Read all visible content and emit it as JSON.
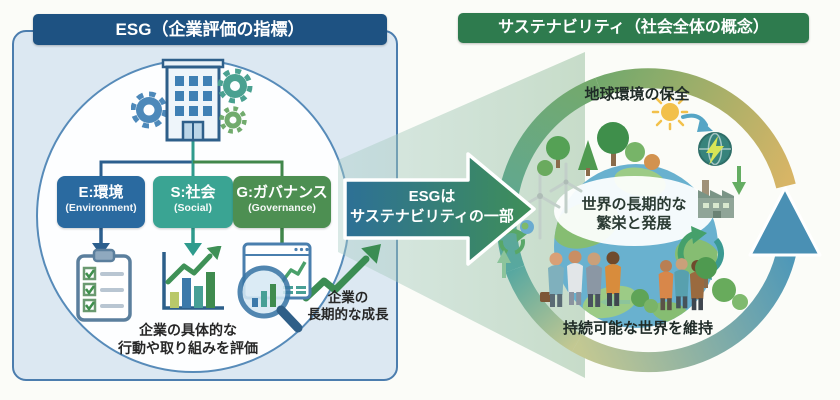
{
  "left_panel": {
    "header": "ESG（企業評価の指標）",
    "esg_boxes": [
      {
        "label": "E:環境",
        "sub": "(Environment)",
        "color": "#2a6aa0"
      },
      {
        "label": "S:社会",
        "sub": "(Social)",
        "color": "#3aa493"
      },
      {
        "label": "G:ガバナンス",
        "sub": "(Governance)",
        "color": "#4d8f52"
      }
    ],
    "evaluation_caption": {
      "line1": "企業の具体的な",
      "line2": "行動や取り組みを評価"
    },
    "growth_caption": {
      "line1": "企業の",
      "line2": "長期的な成長"
    }
  },
  "center_arrow": {
    "line1": "ESGは",
    "line2": "サステナビリティの一部"
  },
  "right_panel": {
    "header": "サステナビリティ（社会全体の概念）",
    "top_caption": "地球環境の保全",
    "center_caption": {
      "line1": "世界の長期的な",
      "line2": "繁栄と発展"
    },
    "bottom_caption": "持続可能な世界を維持"
  },
  "colors": {
    "background": "#fbfcf8",
    "left_header_bg": "#1e5282",
    "right_header_bg": "#2e7b4e",
    "left_box_bg": "#dce8f2",
    "left_box_border": "#4b7dae",
    "env_box": "#2a6aa0",
    "social_box": "#3aa493",
    "governance_box": "#4d8f52",
    "arrow_gradient_start": "#2d7096",
    "arrow_gradient_end": "#3f8f58",
    "ring_gold": "#d8b566",
    "ring_green": "#74a96c",
    "ring_teal": "#58a8a0",
    "ring_khaki": "#c3c892",
    "ring_blue": "#4f98b8"
  },
  "icons": {
    "company-building-icon": "office building with gears",
    "gear-icon": "gear wheel",
    "checklist-clipboard-icon": "clipboard with green checkmarks",
    "bar-chart-icon": "rising bar chart with growth arrow",
    "magnifier-analysis-icon": "magnifying glass over report window",
    "growth-arrow-icon": "zigzag rising arrow",
    "flow-arrow-icon": "large right arrow from ESG to sustainability",
    "cycle-arrow-icon": "circular gradient arrow around the world",
    "earth-icon": "globe with continents",
    "tree-icon": "green trees",
    "wind-turbine-icon": "wind turbines",
    "sun-icon": "sun",
    "renewable-energy-icon": "globe with lightning bolt",
    "factory-icon": "factory building",
    "recycle-icon": "recycling arrows",
    "people-group-icon": "group of diverse people"
  }
}
